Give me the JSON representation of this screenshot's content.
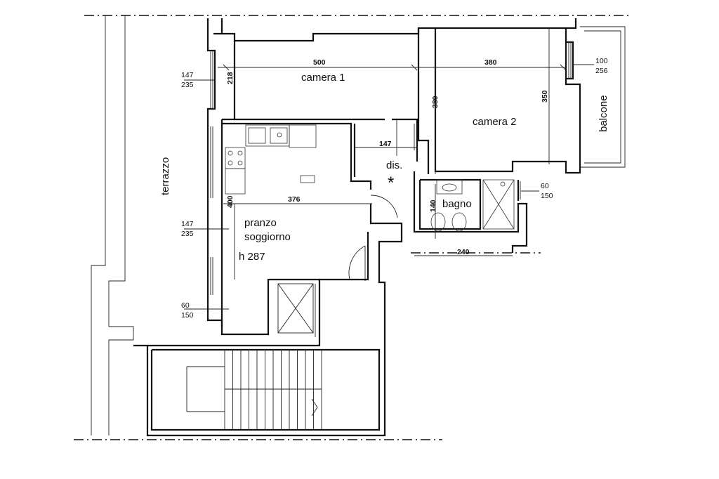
{
  "rooms": {
    "camera1": "camera 1",
    "camera2": "camera 2",
    "dis": "dis.",
    "bagno": "bagno",
    "pranzo": "pranzo",
    "soggiorno": "soggiorno",
    "height": "h 287",
    "terrazzo": "terrazzo",
    "balcone": "balcone",
    "asterisk": "*"
  },
  "dimensions": {
    "camera1_width": "500",
    "camera1_depth": "218",
    "camera2_width": "380",
    "camera2_depth_left": "380",
    "camera2_depth_right": "350",
    "dis_width": "147",
    "pranzo_width": "376",
    "pranzo_depth": "400",
    "bagno_depth": "140",
    "bagno_width": "240"
  },
  "windows": {
    "camera1": [
      "147",
      "235"
    ],
    "pranzo": [
      "147",
      "235"
    ],
    "pranzo_small": [
      "60",
      "150"
    ],
    "balcone": [
      "100",
      "256"
    ],
    "bagno": [
      "60",
      "150"
    ]
  }
}
